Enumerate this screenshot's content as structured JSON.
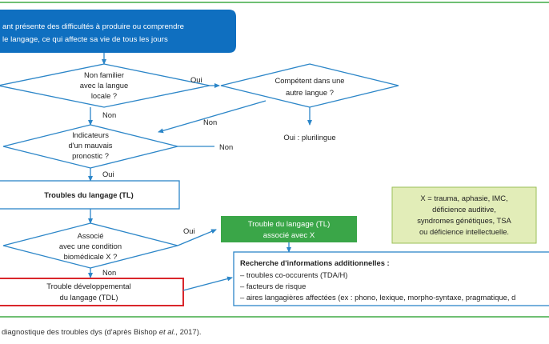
{
  "start": {
    "line1": "ant présente des difficultés à produire ou comprendre",
    "line2": "le langage, ce qui affecte sa vie de tous les jours"
  },
  "decision_familiar": {
    "line1": "Non familier",
    "line2": "avec la langue",
    "line3": "locale ?"
  },
  "decision_competent": {
    "line1": "Compétent dans une",
    "line2": "autre langue ?"
  },
  "decision_prognosis": {
    "line1": "Indicateurs",
    "line2": "d'un mauvais",
    "line3": "pronostic ?"
  },
  "decision_associated": {
    "line1": "Associé",
    "line2": "avec une condition",
    "line3": "biomédicale X ?"
  },
  "labels": {
    "oui_familiar": "Oui",
    "non_familiar": "Non",
    "non_competent": "Non",
    "non_prognosis": "Non",
    "oui_prognosis": "Oui",
    "oui_associated": "Oui",
    "non_associated": "Non"
  },
  "result_plurilingue": "Oui : plurilingue",
  "box_tl": "Troubles du langage (TL)",
  "box_tl_x": {
    "line1": "Trouble du langage (TL)",
    "line2": "associé avec X"
  },
  "box_tdl": {
    "line1": "Trouble développemental",
    "line2": "du langage (TDL)"
  },
  "note_x": {
    "line1": "X = trauma, aphasie, IMC,",
    "line2": "déficience auditive,",
    "line3": "syndromes génétiques, TSA",
    "line4": "ou déficience intellectuelle."
  },
  "info_box": {
    "title": "Recherche d'informations additionnelles :",
    "items": [
      "– troubles co-occurents (TDA/H)",
      "– facteurs de risque",
      "– aires langagières affectées (ex : phono, lexique, morpho-syntaxe, pragmatique, d"
    ]
  },
  "caption": {
    "before": "diagnostique des troubles dys (d'après Bishop ",
    "italic": "et al.",
    "after": ", 2017)."
  },
  "colors": {
    "blue": "#0f6fc0",
    "green_box": "#3aa648",
    "red_border": "#d9262b",
    "note_bg": "#e2edb8",
    "arrow": "#2c86c8"
  }
}
